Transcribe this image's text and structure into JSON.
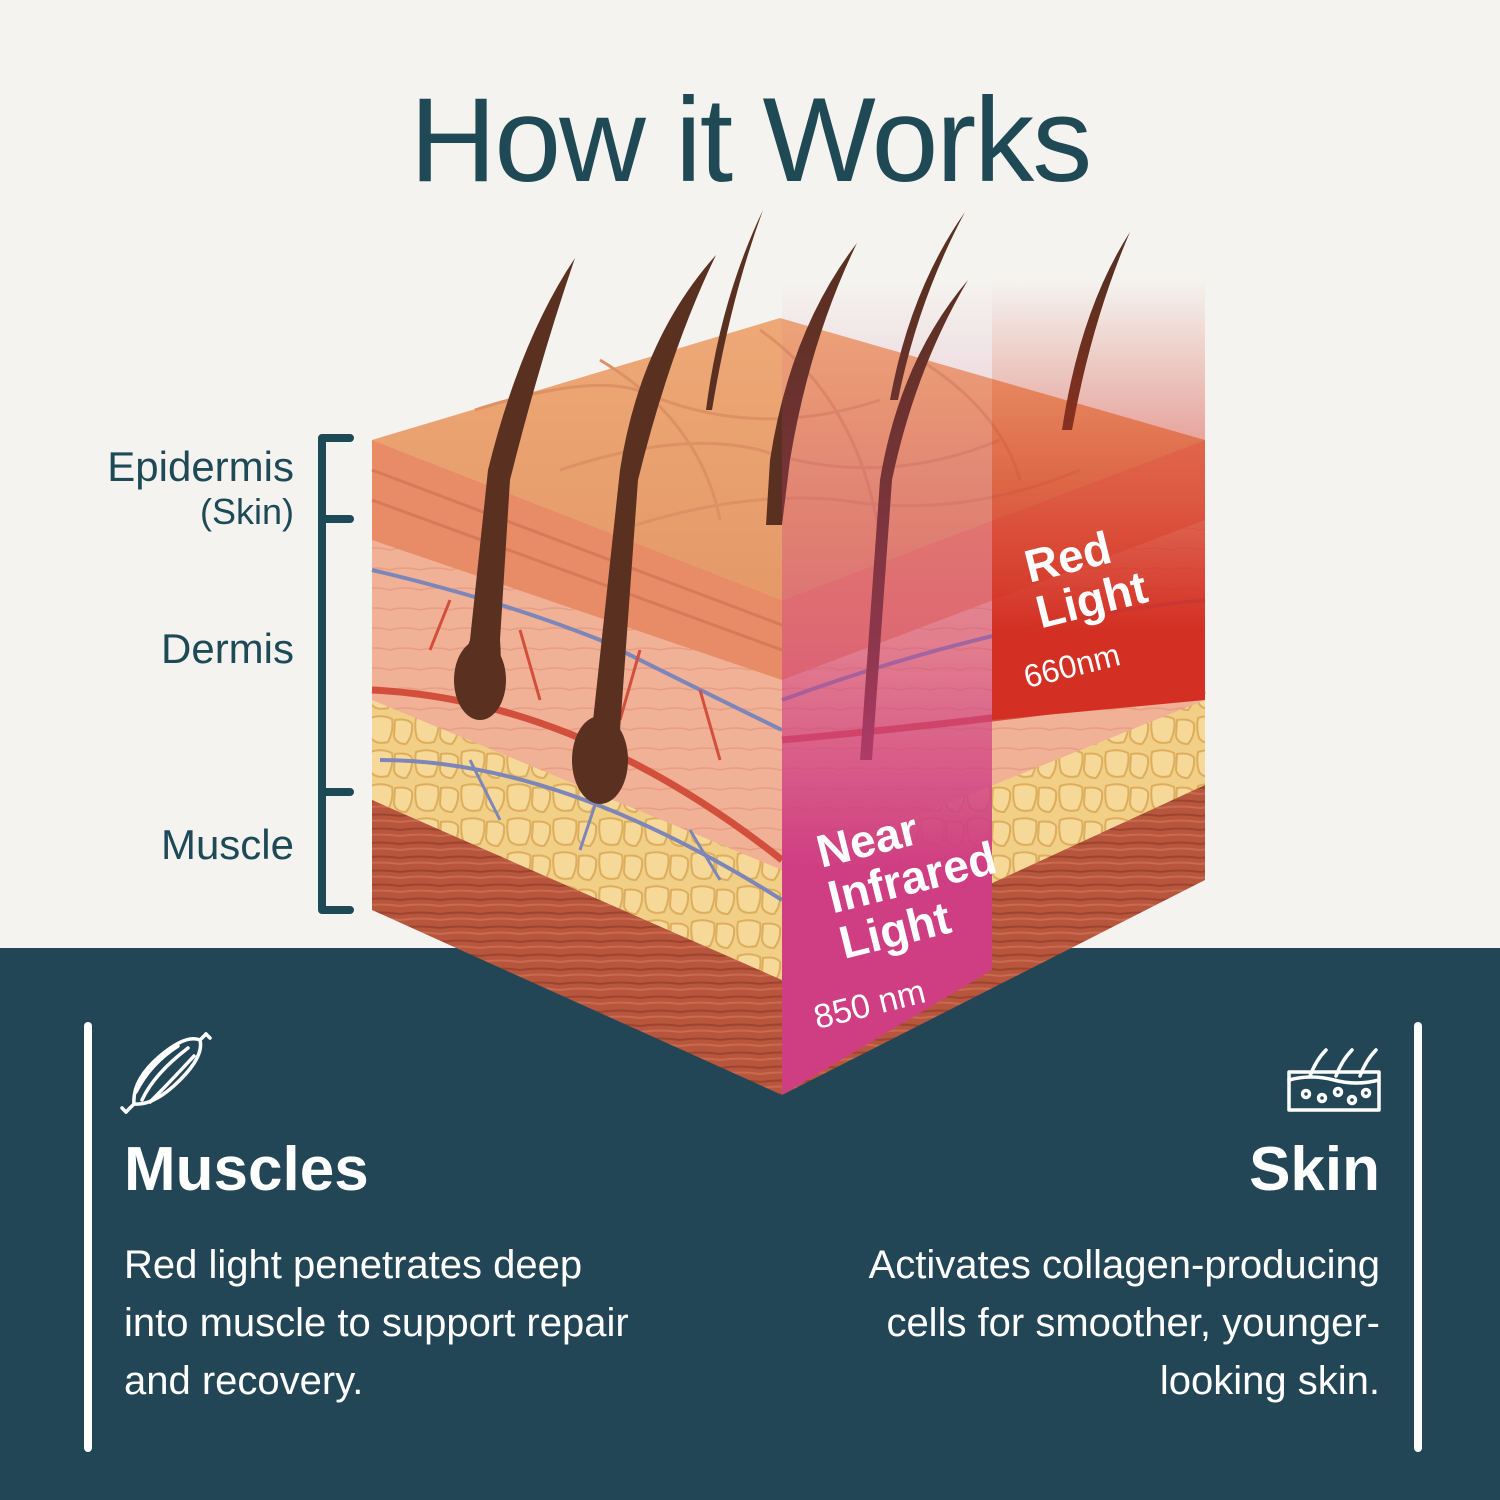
{
  "title": "How it Works",
  "layers": {
    "epidermis": "Epidermis",
    "epidermis_sub": "(Skin)",
    "dermis": "Dermis",
    "muscle": "Muscle"
  },
  "bands": {
    "nir_title": "Near\nInfrared\nLight",
    "nir_wavelength": "850 nm",
    "red_title": "Red\nLight",
    "red_wavelength": "660nm",
    "nir_color": "#cf3e83",
    "red_color": "#d32f22"
  },
  "cards": {
    "muscles": {
      "title": "Muscles",
      "body": "Red light penetrates deep\ninto muscle to support repair\nand recovery.",
      "icon": "muscle-icon"
    },
    "skin": {
      "title": "Skin",
      "body": "Activates collagen-producing\ncells for smoother, younger-\nlooking skin.",
      "icon": "skin-layers-icon"
    }
  },
  "colors": {
    "background": "#f4f3ef",
    "panel": "#234656",
    "heading": "#1f4a55"
  }
}
